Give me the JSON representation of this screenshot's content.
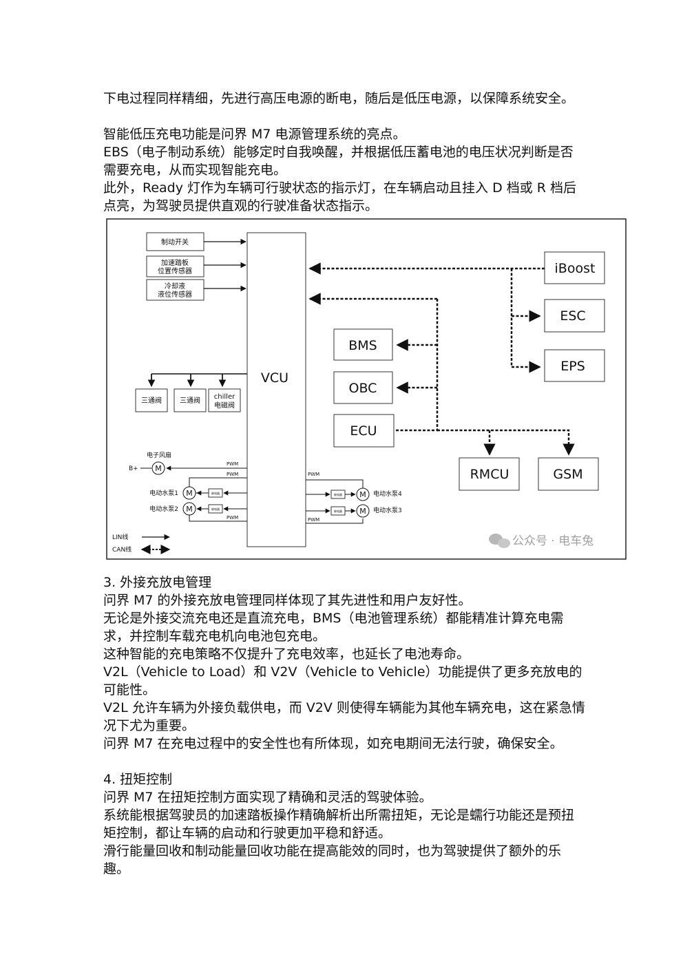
{
  "paragraphs_top": [
    "下电过程同样精细，先进行高压电源的断电，随后是低压电源，以保障系统安全。",
    "智能低压充电功能是问界 M7 电源管理系统的亮点。",
    "EBS（电子制动系统）能够定时自我唤醒，并根据低压蓄电池的电压状况判断是否需要充电，从而实现智能充电。",
    "此外，Ready 灯作为车辆可行驶状态的指示灯，在车辆启动且挂入 D 档或 R 档后点亮，为驾驶员提供直观的行驶准备状态指示。"
  ],
  "diagram": {
    "vcu": "VCU",
    "sensors": [
      "制动开关",
      "加速踏板",
      "位置传感器",
      "冷却液",
      "液位传感器"
    ],
    "valves": [
      "三通阀",
      "三通阀",
      "chiller",
      "电磁阀"
    ],
    "right_modules": [
      "iBoost",
      "ESC",
      "EPS"
    ],
    "mid_modules": [
      "BMS",
      "OBC",
      "ECU"
    ],
    "bottom_modules": [
      "RMCU",
      "GSM"
    ],
    "fan_label": "电子风扇",
    "bplus": "B+",
    "motor_symbol": "M",
    "pwm": "PWM",
    "relay": "继电器",
    "pumps": [
      "电动水泵1",
      "电动水泵2",
      "电动水泵4",
      "电动水泵3"
    ],
    "legend_lin": "LIN线",
    "legend_can": "CAN线",
    "watermark": "公众号 · 电车兔"
  },
  "paragraphs_bottom": [
    "3. 外接充放电管理",
    "问界 M7 的外接充放电管理同样体现了其先进性和用户友好性。",
    "无论是外接交流充电还是直流充电，BMS（电池管理系统）都能精准计算充电需求，并控制车载充电机向电池包充电。",
    "这种智能的充电策略不仅提升了充电效率，也延长了电池寿命。",
    "V2L（Vehicle to Load）和 V2V（Vehicle to Vehicle）功能提供了更多充放电的可能性。",
    "V2L 允许车辆为外接负载供电，而 V2V 则使得车辆能为其他车辆充电，这在紧急情况下尤为重要。",
    "问界 M7 在充电过程中的安全性也有所体现，如充电期间无法行驶，确保安全。",
    "4. 扭矩控制",
    "问界 M7 在扭矩控制方面实现了精确和灵活的驾驶体验。",
    "系统能根据驾驶员的加速踏板操作精确解析出所需扭矩，无论是蠕行功能还是预扭矩控制，都让车辆的启动和行驶更加平稳和舒适。",
    "滑行能量回收和制动能量回收功能在提高能效的同时，也为驾驶提供了额外的乐趣。"
  ]
}
